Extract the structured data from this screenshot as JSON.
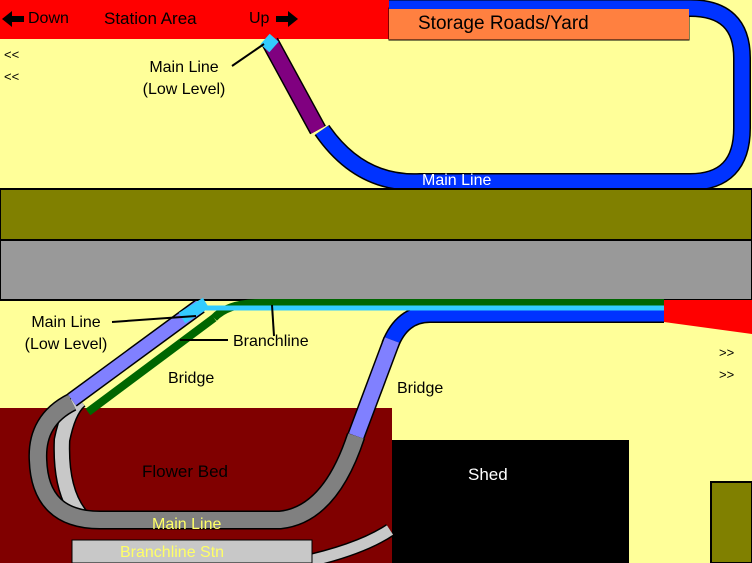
{
  "colors": {
    "background": "#FFFF99",
    "station": "#FF0000",
    "storage_yard": "#FF8040",
    "main_line": "#0033FF",
    "low_level": "#800080",
    "light_blue": "#33CCFF",
    "branchline": "#006600",
    "bridge": "#8080FF",
    "grey_track": "#808080",
    "light_grey_track": "#C8C8C8",
    "olive": "#808000",
    "road_grey": "#999999",
    "flower_bed": "#800000",
    "shed": "#000000"
  },
  "top": {
    "down_label": "Down",
    "station_area": "Station Area",
    "up_label": "Up",
    "storage_yard": "Storage Roads/Yard",
    "left_arrows": [
      "<<",
      "<<"
    ],
    "main_line_low_level": [
      "Main Line",
      "(Low Level)"
    ],
    "main_line": "Main Line"
  },
  "bottom": {
    "main_line_low_level": [
      "Main Line",
      "(Low Level)"
    ],
    "branchline": "Branchline",
    "bridge_left": "Bridge",
    "bridge_right": "Bridge",
    "right_arrows": [
      ">>",
      ">>"
    ],
    "flower_bed": "Flower Bed",
    "shed": "Shed",
    "main_line": "Main Line",
    "branchline_stn": "Branchline Stn"
  }
}
